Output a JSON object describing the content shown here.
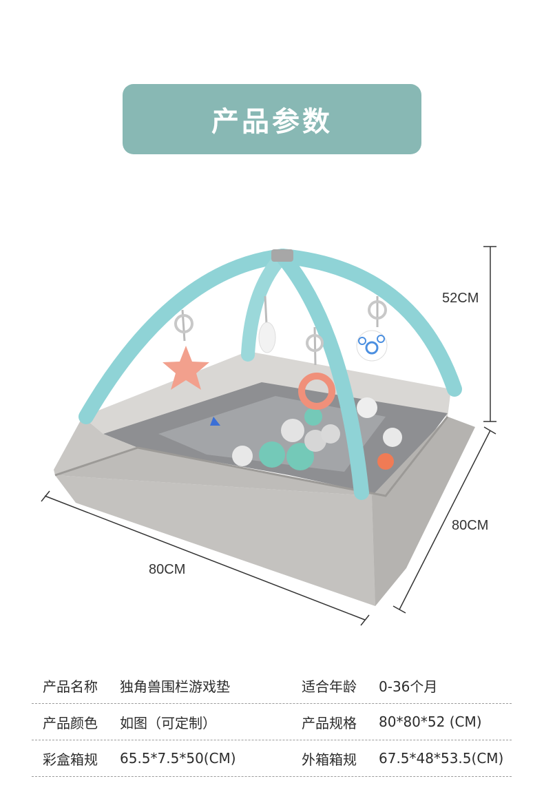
{
  "header": {
    "title": "产品参数"
  },
  "dimensions": {
    "height": "52CM",
    "depth": "80CM",
    "width": "80CM"
  },
  "specs": [
    {
      "left_label": "产品名称",
      "left_value": "独角兽围栏游戏垫",
      "right_label": "适合年龄",
      "right_value": "0-36个月"
    },
    {
      "left_label": "产品颜色",
      "left_value": "如图（可定制）",
      "right_label": "产品规格",
      "right_value": "80*80*52 (CM)"
    },
    {
      "left_label": "彩盒箱规",
      "left_value": "65.5*7.5*50(CM)",
      "right_label": "外箱箱规",
      "right_value": "67.5*48*53.5(CM)"
    }
  ],
  "colors": {
    "banner": "#88b8b4",
    "arch": "#8fd3d6",
    "fence": "#c9c7c4",
    "mat": "#8e8f92",
    "ball_teal": "#74c9b8",
    "star": "#f2a08d"
  }
}
